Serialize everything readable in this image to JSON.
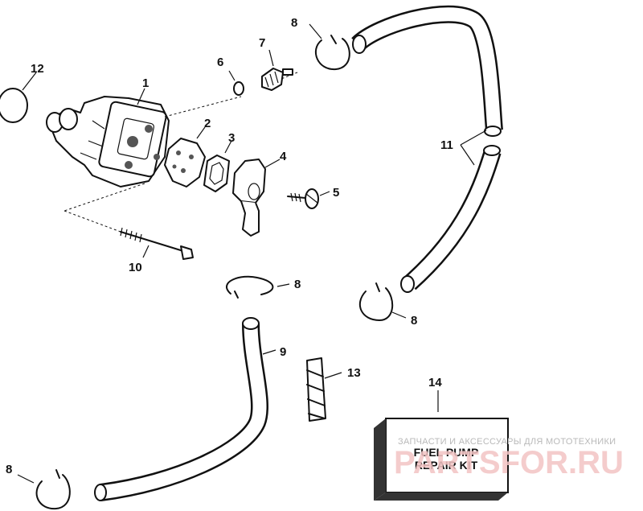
{
  "callouts": {
    "c1": "1",
    "c2": "2",
    "c3": "3",
    "c4": "4",
    "c5": "5",
    "c6": "6",
    "c7": "7",
    "c8a": "8",
    "c8b": "8",
    "c8c": "8",
    "c8d": "8",
    "c9": "9",
    "c10": "10",
    "c11": "11",
    "c12": "12",
    "c13": "13",
    "c14": "14"
  },
  "kit": {
    "line1": "FUEL PUMP",
    "line2": "REPAIR KIT"
  },
  "watermark": {
    "line1": "ЗАПЧАСТИ И АКСЕССУАРЫ ДЛЯ МОТОТЕХНИКИ",
    "line2": "PARTSFOR.RU"
  }
}
